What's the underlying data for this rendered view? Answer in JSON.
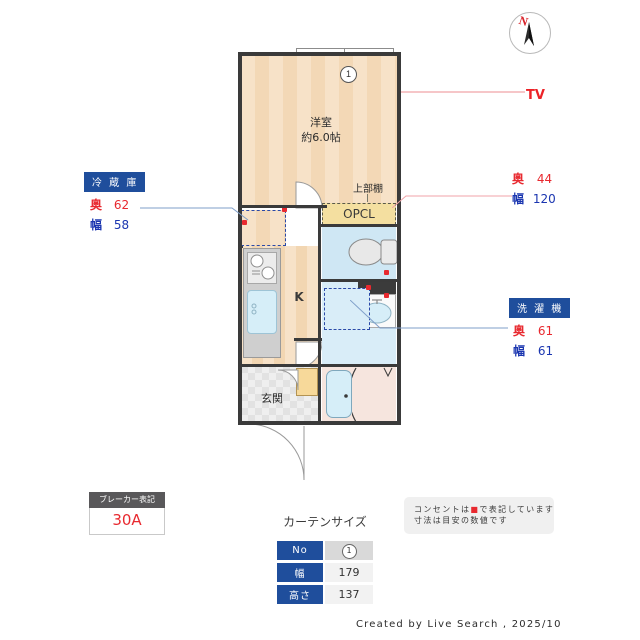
{
  "compass": {
    "north_label": "N",
    "icon": "compass-north-icon"
  },
  "annotations": {
    "tv": "TV"
  },
  "plan": {
    "rooms": [
      {
        "name": "洋室",
        "sub": "約6.0帖"
      },
      {
        "name": "K"
      },
      {
        "name": "玄関"
      }
    ],
    "labels": {
      "upper_shelf": "上部棚",
      "opcl": "OPCL",
      "window_no": "1"
    }
  },
  "callouts": {
    "fridge": {
      "badge": "冷 蔵 庫",
      "depth_label": "奥",
      "depth_value": "62",
      "width_label": "幅",
      "width_value": "58"
    },
    "shelf": {
      "depth_label": "奥",
      "depth_value": "44",
      "width_label": "幅",
      "width_value": "120"
    },
    "washer": {
      "badge": "洗 濯 機",
      "depth_label": "奥",
      "depth_value": "61",
      "width_label": "幅",
      "width_value": "61"
    }
  },
  "breaker": {
    "header": "ブレーカー表記",
    "value": "30A"
  },
  "curtain": {
    "title": "カーテンサイズ",
    "rows": [
      {
        "label": "No",
        "value": "1"
      },
      {
        "label": "幅",
        "value": "179"
      },
      {
        "label": "高さ",
        "value": "137"
      }
    ]
  },
  "note": {
    "line1_pre": "コンセントは",
    "line1_sym": "■",
    "line1_post": "で表記しています",
    "line2": "寸法は目安の数値です"
  },
  "footer": "Created by Live Search , 2025/10"
}
